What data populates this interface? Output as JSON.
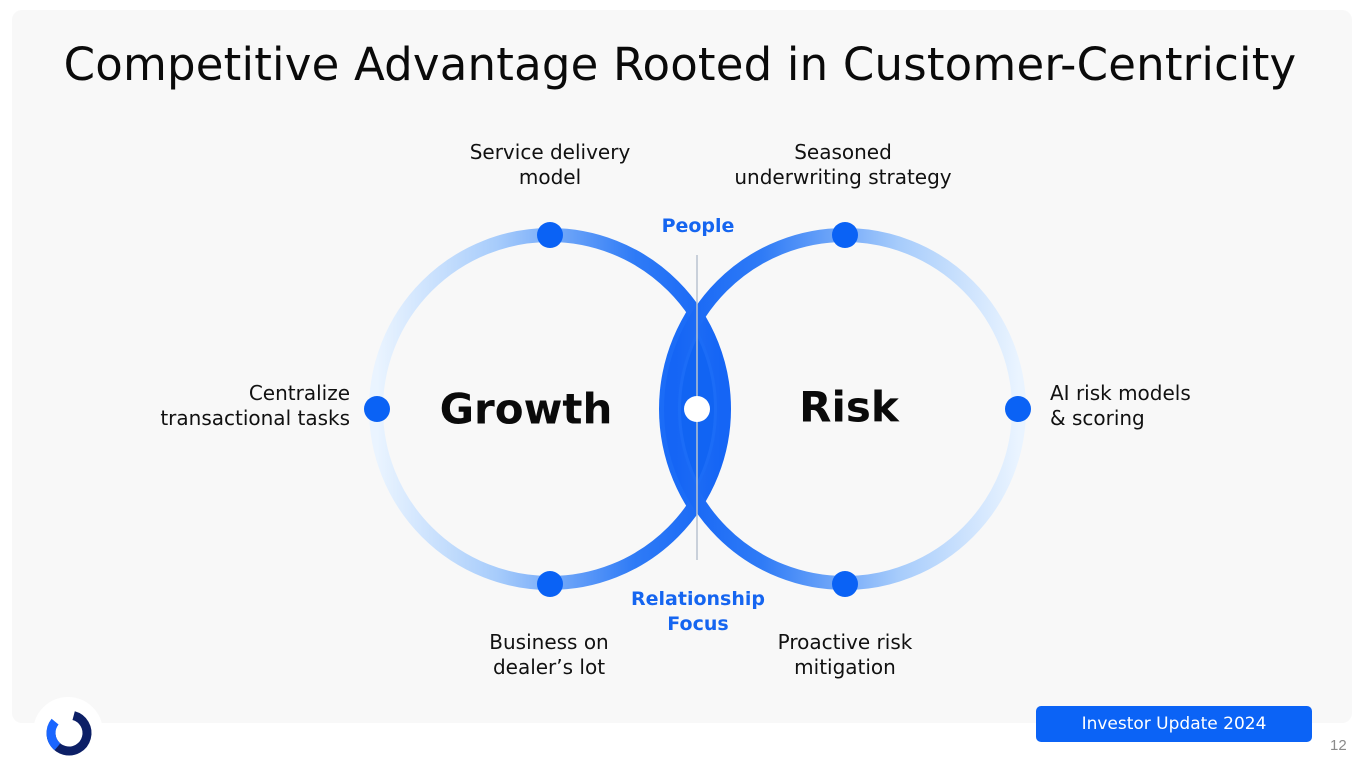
{
  "slide": {
    "title": "Competitive Advantage Rooted in Customer-Centricity",
    "page_number": "12",
    "footer_badge": "Investor Update 2024"
  },
  "diagram": {
    "left_circle": {
      "label": "Growth",
      "points": {
        "top": "Service delivery\nmodel",
        "left": "Centralize\ntransactional tasks",
        "bottom": "Business on\ndealer’s lot"
      }
    },
    "right_circle": {
      "label": "Risk",
      "points": {
        "top": "Seasoned\nunderwriting strategy",
        "right": "AI risk models\n& scoring",
        "bottom": "Proactive risk\nmitigation"
      }
    },
    "overlap_top_label": "People",
    "overlap_bottom_label": "Relationship\nFocus"
  },
  "colors": {
    "accent": "#0b63f6",
    "accent_label": "#1565f0",
    "panel_bg": "#f8f8f8",
    "logo_dark": "#0c1f66",
    "logo_light": "#1a66ff"
  },
  "logo": {
    "icon": "ring-logo-icon"
  }
}
